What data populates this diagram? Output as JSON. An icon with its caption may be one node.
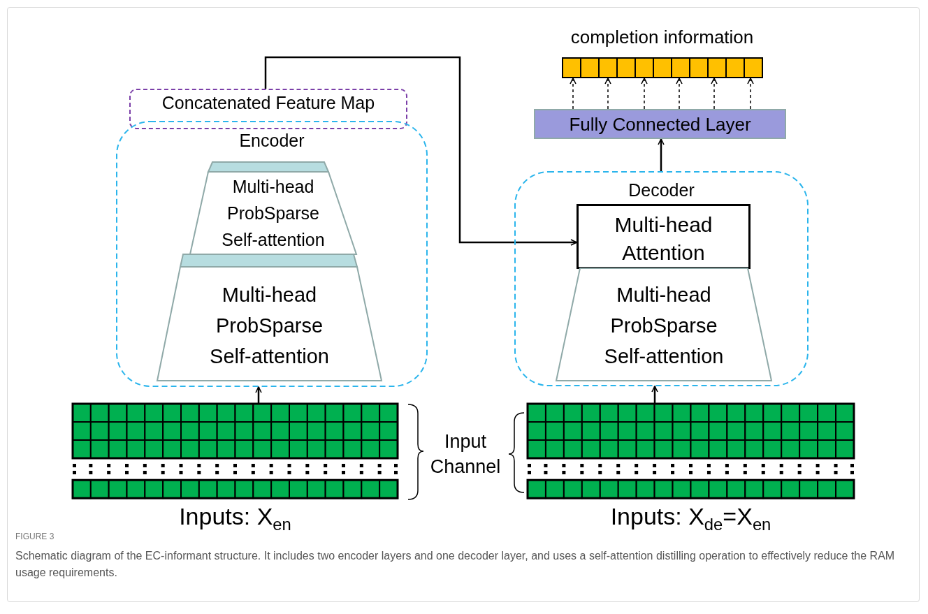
{
  "diagram": {
    "caption": "Schematic diagram of the EC-informant structure. It includes two encoder layers and one decoder layer, and uses a self-attention distilling operation to effectively reduce the RAM usage requirements.",
    "nodes": [
      {
        "text": [
          "Concatenated Feature Map"
        ]
      },
      {
        "text": [
          "Encoder"
        ]
      },
      {
        "text": [
          "Multi-head ProbSparse Self-attention"
        ],
        "in": 1
      },
      {
        "text": [
          "Multi-head ProbSparse Self-attention"
        ],
        "in": 1
      },
      {
        "text": [
          "Decoder"
        ]
      },
      {
        "text": [
          "Multi-head Attention"
        ],
        "in": 4
      },
      {
        "text": [
          "Multi-head ProbSparse Self-attention"
        ],
        "in": 4
      },
      {
        "text": [
          "Fully Connected Layer"
        ]
      },
      {
        "text": [
          "completion information"
        ]
      },
      {
        "text": [
          "Inputs: X$_{en}$"
        ]
      },
      {
        "text": [
          "Inputs: X$_{de}$=X$_{en}$"
        ]
      }
    ],
    "edges": [
      {
        "from": 9,
        "to": 1,
        "arrow": "to"
      },
      {
        "from": 0,
        "to": 5,
        "arrow": "to"
      },
      {
        "from": 10,
        "to": 4,
        "arrow": "to"
      },
      {
        "from": 4,
        "to": 7,
        "arrow": "to"
      },
      {
        "from": 7,
        "to": 8,
        "arrow": "to",
        "style": "dashed"
      },
      {
        "from": 7,
        "to": 8,
        "arrow": "to",
        "style": "dashed"
      },
      {
        "from": 7,
        "to": 8,
        "arrow": "to",
        "style": "dashed"
      },
      {
        "from": 7,
        "to": 8,
        "arrow": "to",
        "style": "dashed"
      },
      {
        "from": 7,
        "to": 8,
        "arrow": "to",
        "style": "dashed"
      },
      {
        "from": 7,
        "to": 8,
        "arrow": "to",
        "style": "dashed"
      }
    ],
    "labels": [
      "Input Channel",
      "FIGURE 3"
    ]
  }
}
